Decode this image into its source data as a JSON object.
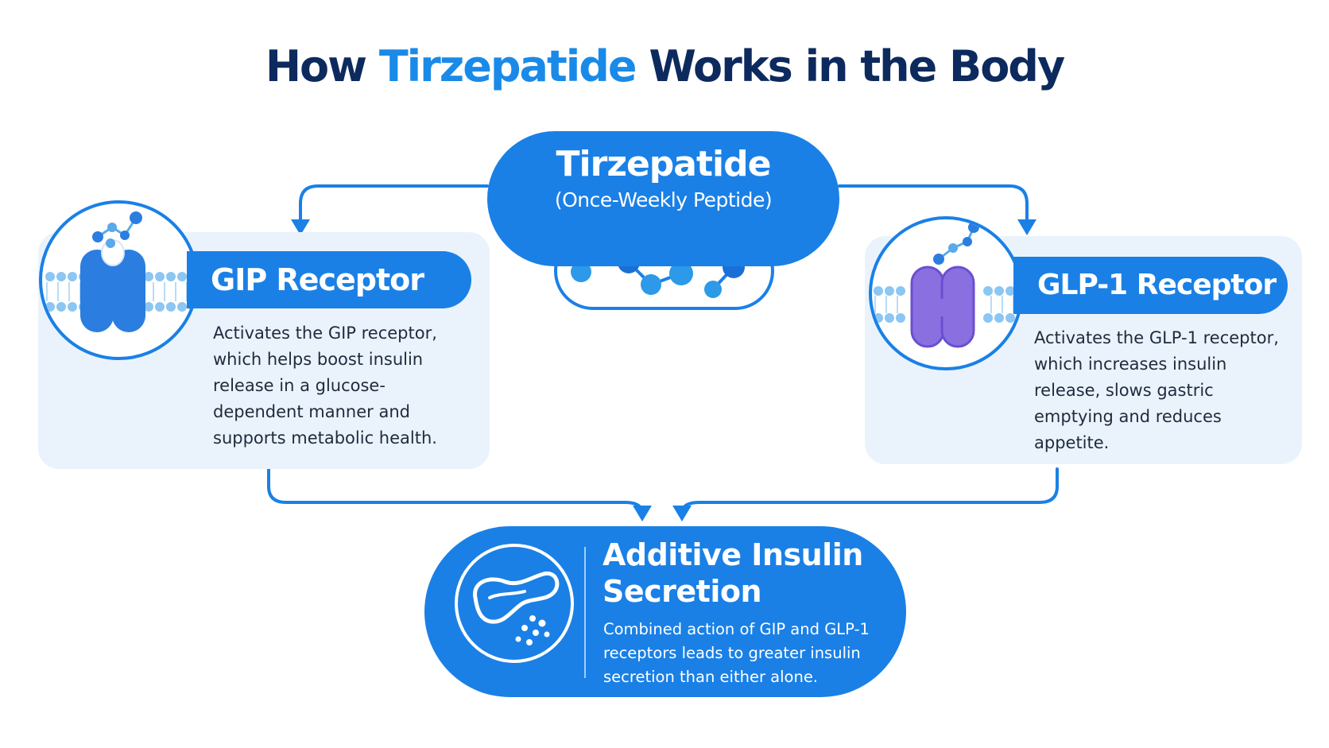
{
  "title": {
    "prefix": "How",
    "accent": "Tirzepatide",
    "suffix": "Works in the Body"
  },
  "center": {
    "title": "Tirzepatide",
    "subtitle": "(Once-Weekly Peptide)"
  },
  "gip": {
    "label": "GIP Receptor",
    "description": "Activates the GIP receptor, which helps boost insulin release in a glucose-dependent manner and supports metabolic health."
  },
  "glp1": {
    "label": "GLP-1 Receptor",
    "description": "Activates the GLP-1 receptor, which increases insulin release, slows gastric emptying and reduces appetite."
  },
  "result": {
    "title": "Additive Insulin Secretion",
    "description": "Combined action of GIP and GLP-1 receptors leads to greater insulin secretion than either alone."
  },
  "colors": {
    "primary_blue": "#1a80e6",
    "title_navy": "#0d2a5e",
    "title_accent": "#1a8ae8",
    "card_bg": "#eaf3fc",
    "glp1_receptor_purple": "#8a6fe0",
    "gip_receptor_blue": "#2b7de0"
  },
  "icons": {
    "peptide": "peptide-chain-icon",
    "gip_receptor": "gip-receptor-membrane-icon",
    "glp1_receptor": "glp1-receptor-membrane-icon",
    "result": "pancreas-icon"
  }
}
